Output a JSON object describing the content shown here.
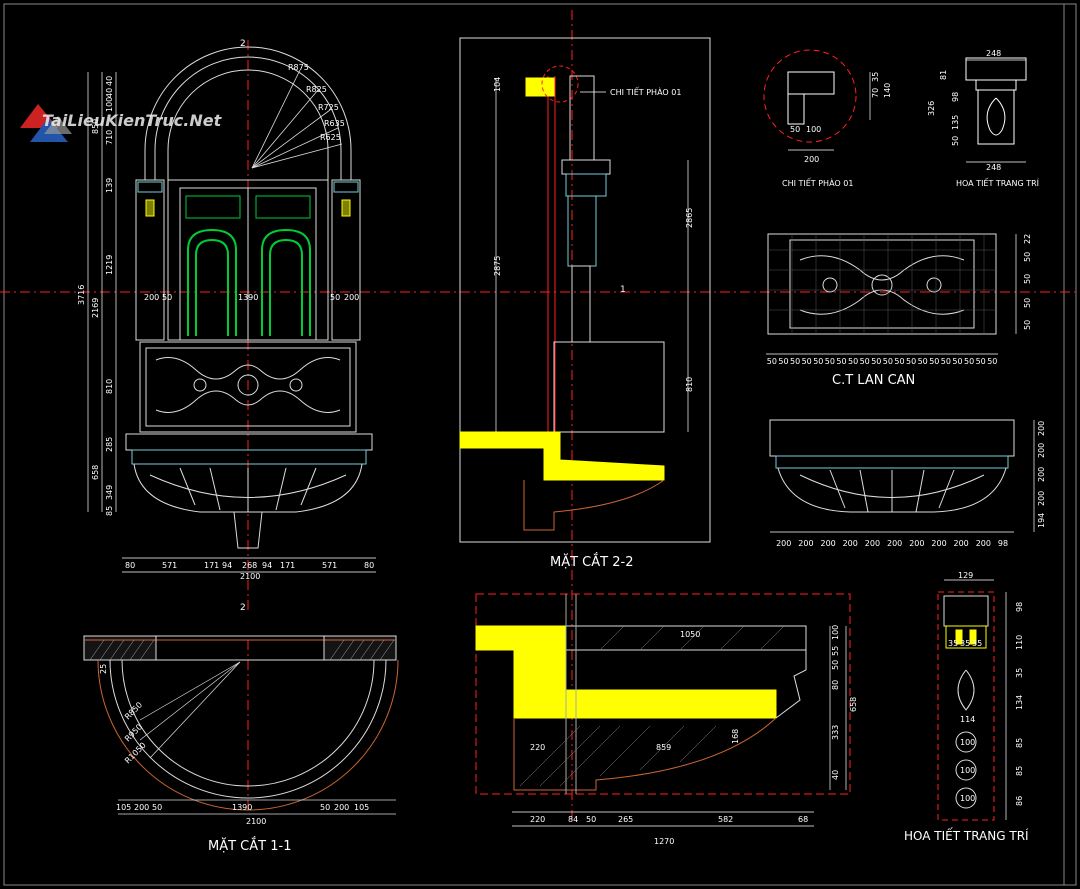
{
  "watermark": {
    "text": "TaiLieuKienTruc.Net"
  },
  "colors": {
    "background": "#000000",
    "white": "#ffffff",
    "red": "#ff2020",
    "yellow": "#ffff00",
    "green": "#00cc33",
    "cyan": "#77ccdd",
    "orange": "#cc6633",
    "gray": "#888888"
  },
  "titles": {
    "section_1_1": "MẶT CẮT 1-1",
    "section_2_2": "MẶT CẮT 2-2",
    "railing": "C.T LAN CAN",
    "ornament_main": "HOA TIẾT TRANG TRÍ",
    "cornice_small": "CHI TIẾT PHÀO 01",
    "ornament_small": "HOA TIẾT TRANG TRÍ",
    "cornice_callout": "CHI TIẾT PHÀO 01"
  },
  "axis_marks": {
    "top": "2",
    "bottom": "2",
    "section": "1"
  },
  "radii": [
    "R875",
    "R825",
    "R725",
    "R635",
    "R625"
  ],
  "plan_radii": [
    "R850",
    "R950",
    "R1050"
  ],
  "elevation": {
    "left_dims": [
      "40",
      "40",
      "100",
      "850",
      "710",
      "139",
      "1219",
      "2169",
      "3716",
      "810",
      "285",
      "658",
      "349",
      "85"
    ],
    "mid_dims": [
      "200",
      "50",
      "1390",
      "50",
      "200"
    ],
    "bottom_dims": [
      "80",
      "571",
      "171",
      "94",
      "268",
      "94",
      "171",
      "571",
      "80"
    ],
    "total": "2100"
  },
  "plan": {
    "side": "25",
    "bottom_dims": [
      "105",
      "200",
      "50",
      "1390",
      "50",
      "200",
      "105"
    ],
    "total": "2100"
  },
  "section_2_2": {
    "dims": [
      "104",
      "2875",
      "2865",
      "810"
    ]
  },
  "section_large": {
    "top": "1050",
    "right": [
      "100",
      "55",
      "50",
      "80",
      "333",
      "40"
    ],
    "total_right": "658",
    "inner": [
      "220",
      "859",
      "168"
    ],
    "bottom": [
      "220",
      "84",
      "50",
      "265",
      "582",
      "68"
    ],
    "total": "1270"
  },
  "cornice_detail": {
    "dims": [
      "50",
      "100",
      "200",
      "35",
      "70",
      "140"
    ]
  },
  "ornament_detail": {
    "dims": [
      "248",
      "81",
      "98",
      "326",
      "135",
      "50",
      "248"
    ]
  },
  "railing_detail": {
    "right": [
      "22",
      "50",
      "50",
      "50",
      "50"
    ],
    "bottom": [
      "50",
      "50",
      "50",
      "50",
      "50",
      "50",
      "50",
      "50",
      "50",
      "50",
      "50",
      "50",
      "50",
      "50",
      "50",
      "50",
      "50",
      "50",
      "50",
      "50"
    ]
  },
  "basin_detail": {
    "right": [
      "200",
      "200",
      "200",
      "200",
      "194"
    ],
    "bottom": [
      "200",
      "200",
      "200",
      "200",
      "200",
      "200",
      "200",
      "200",
      "200",
      "200",
      "98"
    ]
  },
  "ornament_column": {
    "top": "129",
    "right": [
      "98",
      "110",
      "35",
      "134",
      "85",
      "85",
      "86"
    ],
    "labels": [
      "35",
      "35",
      "35",
      "114",
      "100",
      "100",
      "100"
    ]
  }
}
